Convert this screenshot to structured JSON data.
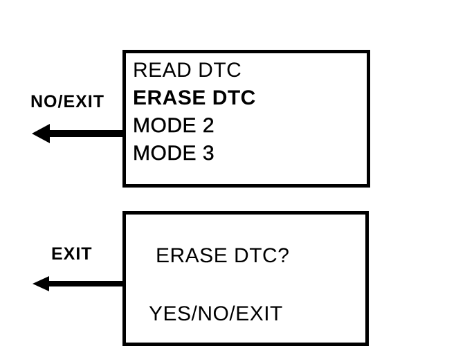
{
  "colors": {
    "ink": "#000000",
    "paper": "#ffffff"
  },
  "screens": [
    {
      "name": "scan-tool-menu-screen",
      "lines": [
        "READ DTC",
        "ERASE DTC",
        "MODE 2",
        "MODE 3"
      ],
      "selected_index": 1,
      "selected_item": "ERASE DTC"
    },
    {
      "name": "erase-confirmation-screen",
      "lines": [
        "ERASE DTC?",
        "YES/NO/EXIT"
      ]
    }
  ],
  "arrows": [
    {
      "label": "NO/EXIT",
      "direction": "left"
    },
    {
      "label": "EXIT",
      "direction": "left"
    }
  ]
}
